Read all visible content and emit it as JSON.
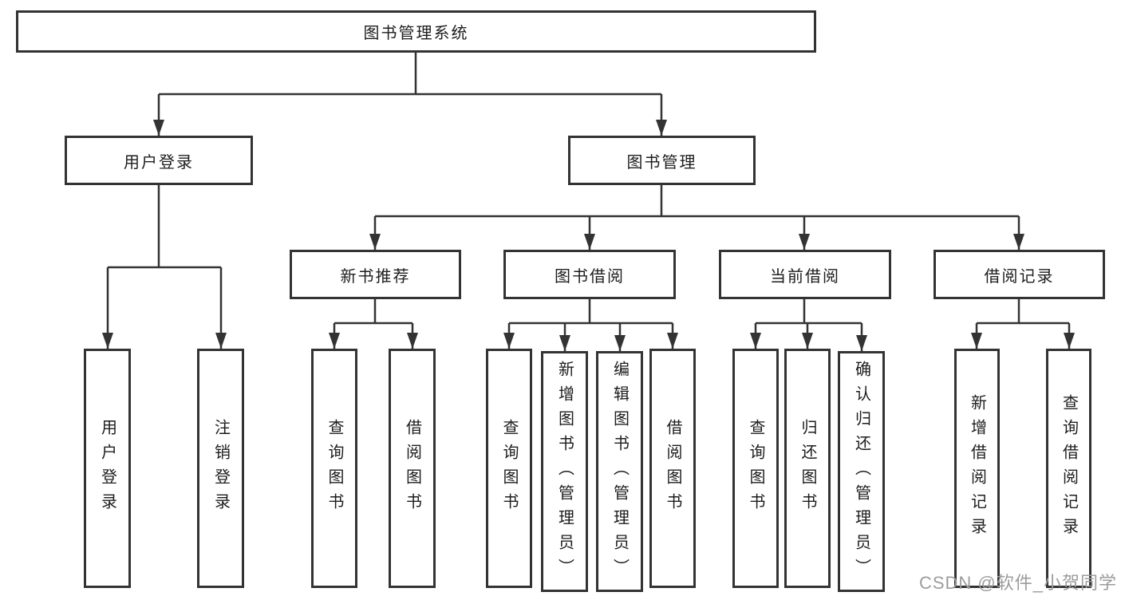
{
  "nodes": {
    "root": "图书管理系统",
    "user_login": "用户登录",
    "book_mgmt": "图书管理",
    "new_book_rec": "新书推荐",
    "book_lend": "图书借阅",
    "current_lend": "当前借阅",
    "lend_records": "借阅记录",
    "leaf_user_login": "用户登录",
    "leaf_logout": "注销登录",
    "leaf_query_book_rec": "查询图书",
    "leaf_borrow_book_rec": "借阅图书",
    "leaf_query_book_lend": "查询图书",
    "leaf_add_book": "新增图书（管理员）",
    "leaf_edit_book": "编辑图书（管理员）",
    "leaf_borrow_book_lend": "借阅图书",
    "leaf_query_book_current": "查询图书",
    "leaf_return_book": "归还图书",
    "leaf_confirm_return": "确认归还（管理员）",
    "leaf_add_record": "新增借阅记录",
    "leaf_query_record": "查询借阅记录"
  },
  "hierarchy": {
    "图书管理系统": {
      "用户登录": [
        "用户登录",
        "注销登录"
      ],
      "图书管理": {
        "新书推荐": [
          "查询图书",
          "借阅图书"
        ],
        "图书借阅": [
          "查询图书",
          "新增图书（管理员）",
          "编辑图书（管理员）",
          "借阅图书"
        ],
        "当前借阅": [
          "查询图书",
          "归还图书",
          "确认归还（管理员）"
        ],
        "借阅记录": [
          "新增借阅记录",
          "查询借阅记录"
        ]
      }
    }
  },
  "watermark": "CSDN @软件_小贺同学",
  "colors": {
    "line": "#333333",
    "box_border": "#333333",
    "text": "#1d1d1d",
    "watermark": "#9c9c9c",
    "background": "#ffffff"
  }
}
